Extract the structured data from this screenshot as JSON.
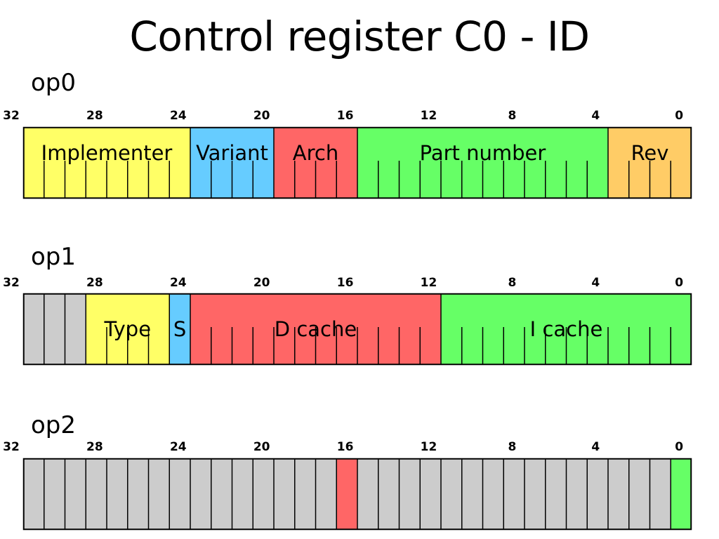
{
  "title": "Control register C0 - ID",
  "tick_labels": [
    "32",
    "28",
    "24",
    "20",
    "16",
    "12",
    "8",
    "4",
    "0"
  ],
  "colors": {
    "yellow": "#ffff66",
    "blue": "#66ccff",
    "red": "#ff6666",
    "green": "#66ff66",
    "orange": "#ffcc66",
    "gray": "#cccccc"
  },
  "registers": [
    {
      "label": "op0",
      "fields": [
        {
          "text": "Implementer",
          "high_bit": 31,
          "low_bit": 24,
          "color": "yellow"
        },
        {
          "text": "Variant",
          "high_bit": 23,
          "low_bit": 20,
          "color": "blue"
        },
        {
          "text": "Arch",
          "high_bit": 19,
          "low_bit": 16,
          "color": "red"
        },
        {
          "text": "Part number",
          "high_bit": 15,
          "low_bit": 4,
          "color": "green"
        },
        {
          "text": "Rev",
          "high_bit": 3,
          "low_bit": 0,
          "color": "orange"
        }
      ]
    },
    {
      "label": "op1",
      "fields": [
        {
          "text": "",
          "high_bit": 31,
          "low_bit": 29,
          "color": "gray"
        },
        {
          "text": "Type",
          "high_bit": 28,
          "low_bit": 25,
          "color": "yellow"
        },
        {
          "text": "S",
          "high_bit": 24,
          "low_bit": 24,
          "color": "blue"
        },
        {
          "text": "D cache",
          "high_bit": 23,
          "low_bit": 12,
          "color": "red"
        },
        {
          "text": "I cache",
          "high_bit": 11,
          "low_bit": 0,
          "color": "green"
        }
      ]
    },
    {
      "label": "op2",
      "fields": [
        {
          "text": "",
          "high_bit": 31,
          "low_bit": 17,
          "color": "gray"
        },
        {
          "text": "",
          "high_bit": 16,
          "low_bit": 16,
          "color": "red"
        },
        {
          "text": "",
          "high_bit": 15,
          "low_bit": 1,
          "color": "gray"
        },
        {
          "text": "",
          "high_bit": 0,
          "low_bit": 0,
          "color": "green"
        }
      ]
    }
  ]
}
